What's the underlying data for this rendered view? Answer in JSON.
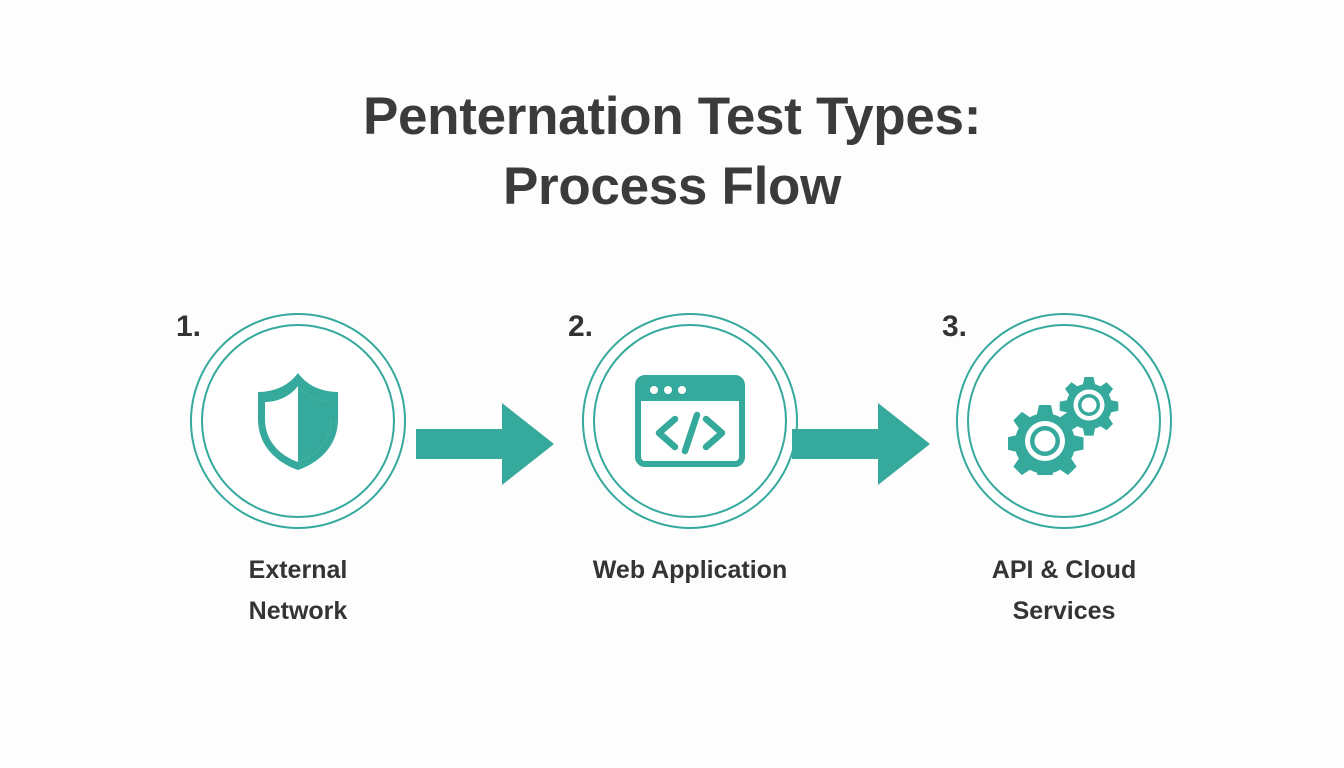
{
  "page": {
    "background_color": "#fdfdfd",
    "accent_color": "#35a99c",
    "text_color": "#3a3a3a"
  },
  "title": {
    "line1": "Penternation Test Types:",
    "line2": "Process Flow"
  },
  "flow": {
    "steps": [
      {
        "number": "1.",
        "label_line1": "External",
        "label_line2": "Network",
        "icon": "shield-icon"
      },
      {
        "number": "2.",
        "label_line1": "Web Application",
        "label_line2": "",
        "icon": "code-window-icon"
      },
      {
        "number": "3.",
        "label_line1": "API & Cloud",
        "label_line2": "Services",
        "icon": "gears-icon"
      }
    ],
    "connectors": [
      {
        "icon": "arrow-right-icon"
      },
      {
        "icon": "arrow-right-icon"
      }
    ]
  }
}
